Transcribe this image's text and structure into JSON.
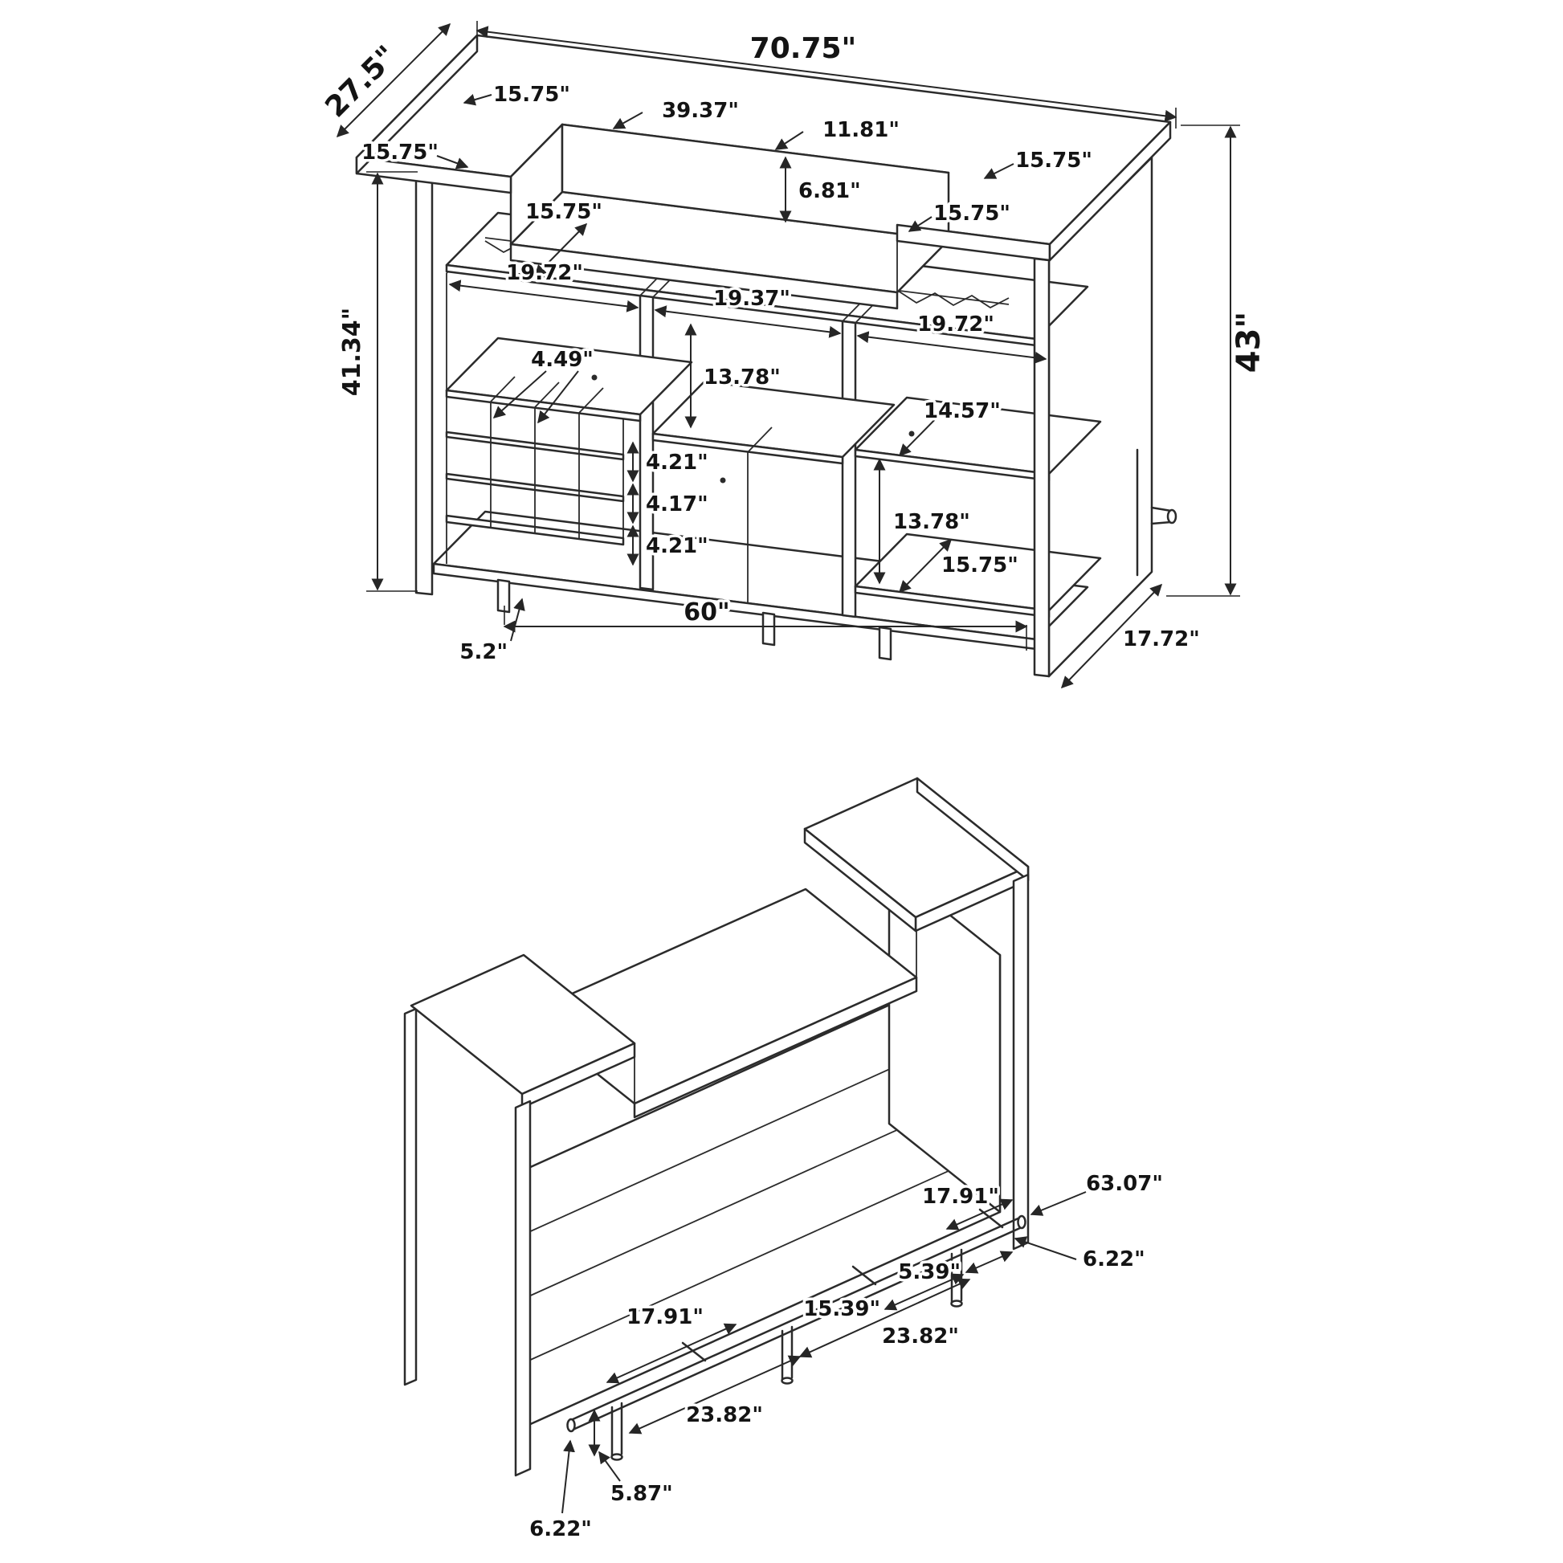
{
  "page": {
    "background": "#ffffff",
    "line_color": "#2b2b2b",
    "description_top": "bar unit front dimension drawing",
    "description_bottom": "bar unit rear footrest dimension drawing"
  },
  "top_view": {
    "labels": {
      "overall_width": "70.75\"",
      "overall_depth": "27.5\"",
      "back_left_section": "15.75\"",
      "middle_section_width": "39.37\"",
      "ledge_depth": "11.81\"",
      "left_end_width": "15.75\"",
      "ledge_drop": "6.81\"",
      "right_end_width": "15.75\"",
      "right_end_depth": "15.75\"",
      "top_shelf_depth": "15.75\"",
      "body_height": "41.34\"",
      "overall_height": "43\"",
      "left_opening_width": "19.72\"",
      "middle_opening_width": "19.37\"",
      "right_opening_width": "19.72\"",
      "middle_opening_height": "13.78\"",
      "right_shelf_depth": "14.57\"",
      "cubby_width": "4.49\"",
      "cubby_row_top": "4.21\"",
      "cubby_row_mid": "4.17\"",
      "cubby_row_bottom": "4.21\"",
      "right_lower_height": "13.78\"",
      "right_lower_shelf_depth": "15.75\"",
      "base_width": "60\"",
      "foot_offset": "5.2\"",
      "base_depth": "17.72\""
    }
  },
  "bottom_view": {
    "labels": {
      "right_end_spacing": "17.91\"",
      "rail_length": "63.07\"",
      "bracket_offset": "5.39\"",
      "bracket_spacing": "15.39\"",
      "right_bracket_length": "6.22\"",
      "right_post_spacing": "23.82\"",
      "left_end_spacing": "17.91\"",
      "left_post_spacing": "23.82\"",
      "post_height": "5.87\"",
      "left_bracket_length": "6.22\""
    }
  }
}
